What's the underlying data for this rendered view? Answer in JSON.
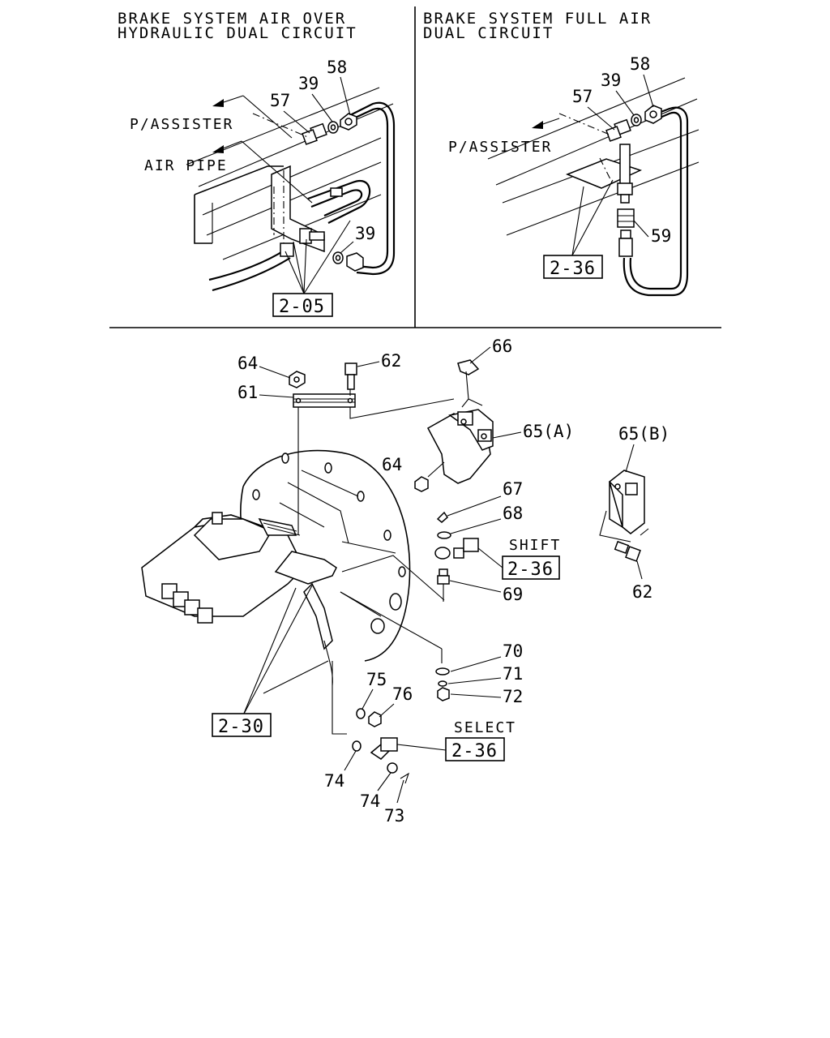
{
  "panels": {
    "left": {
      "title_line1": "BRAKE SYSTEM AIR OVER",
      "title_line2": "HYDRAULIC DUAL CIRCUIT",
      "label_p_assister": "P/ASSISTER",
      "label_air_pipe": "AIR PIPE",
      "callouts": [
        "58",
        "39",
        "57",
        "39"
      ],
      "ref": "2-05"
    },
    "right": {
      "title_line1": "BRAKE SYSTEM FULL AIR",
      "title_line2": "DUAL CIRCUIT",
      "label_p_assister": "P/ASSISTER",
      "callouts": [
        "58",
        "39",
        "57",
        "59"
      ],
      "ref": "2-36"
    },
    "bottom": {
      "callouts": {
        "p64a": "64",
        "p62a": "62",
        "p66": "66",
        "p61": "61",
        "p65a": "65(A)",
        "p65b": "65(B)",
        "p64b": "64",
        "p67": "67",
        "p68": "68",
        "p69": "69",
        "p62b": "62",
        "p70": "70",
        "p71": "71",
        "p72": "72",
        "p75": "75",
        "p76": "76",
        "p74a": "74",
        "p74b": "74",
        "p73": "73"
      },
      "label_shift": "SHIFT",
      "label_select": "SELECT",
      "ref_shift": "2-36",
      "ref_select": "2-36",
      "ref_transmission": "2-30"
    }
  }
}
